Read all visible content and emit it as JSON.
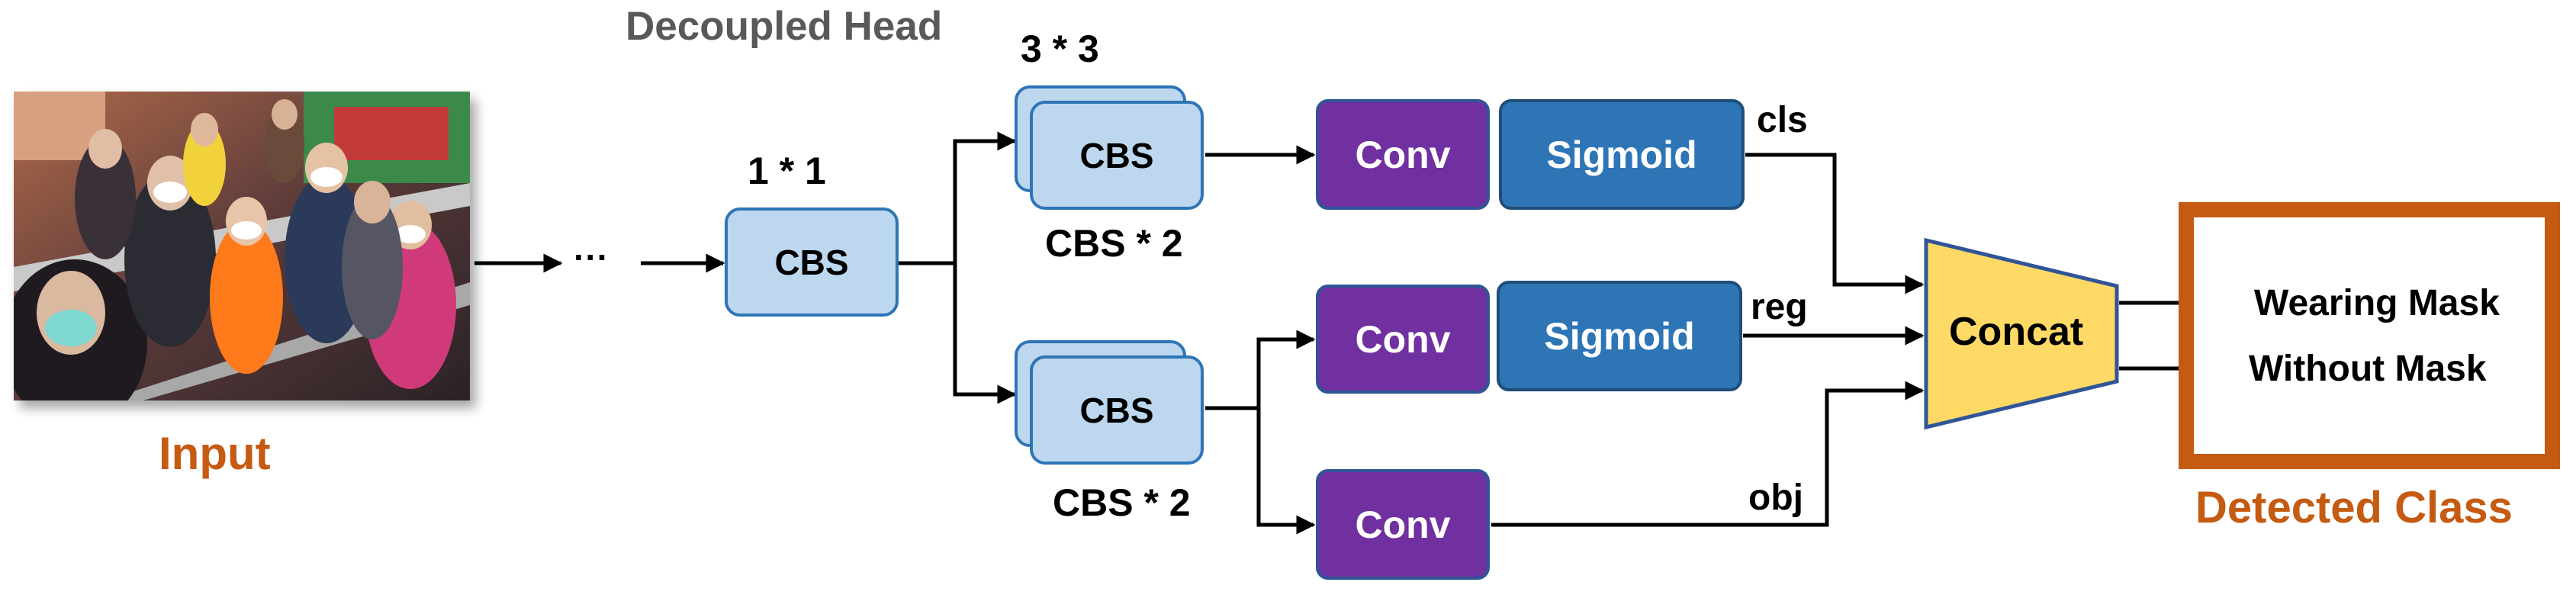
{
  "title": "Decoupled Head",
  "input_label": "Input",
  "ellipsis": "···",
  "stem": {
    "kernel": "1 * 1",
    "label": "CBS"
  },
  "cls_branch": {
    "kernel": "3 * 3",
    "cbs_label": "CBS",
    "repeat": "CBS * 2"
  },
  "reg_branch": {
    "cbs_label": "CBS",
    "repeat": "CBS * 2"
  },
  "conv_label": "Conv",
  "sigmoid_label": "Sigmoid",
  "outputs": {
    "cls": "cls",
    "reg": "reg",
    "obj": "obj"
  },
  "concat_label": "Concat",
  "classes": [
    "Wearing Mask",
    "Without Mask"
  ],
  "detected_label": "Detected Class",
  "colors": {
    "cbs_fill": "#bdd7ee",
    "cbs_border": "#2e75b6",
    "conv": "#7030a0",
    "sigmoid": "#2e75b6",
    "concat_fill": "#ffd966",
    "concat_border": "#2f5597",
    "accent_orange": "#c55a11",
    "title_gray": "#595959"
  }
}
